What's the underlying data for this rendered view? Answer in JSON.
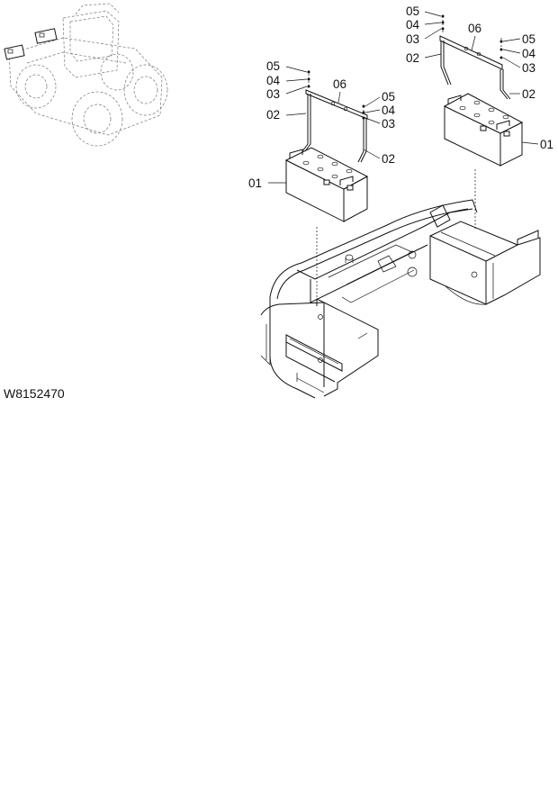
{
  "drawing_number": "W8152470",
  "callouts": {
    "battery": "01",
    "rod": "02",
    "washer": "03",
    "lock_washer": "04",
    "nut": "05",
    "bracket": "06"
  },
  "icons": {
    "machine_thumbnail": "wheel-loader-locator-icon"
  }
}
